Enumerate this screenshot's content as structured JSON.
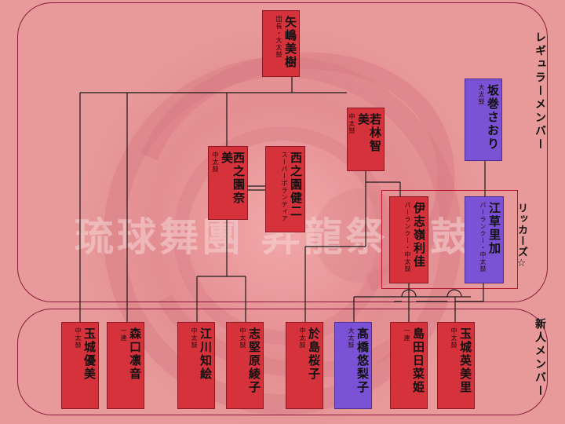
{
  "watermark": "琉球舞團 昇龍祭太鼓",
  "colors": {
    "background": "#e89a9a",
    "member_box": "#d6323c",
    "highlight_box": "#7b52d6",
    "lines": "#222222"
  },
  "sections": {
    "regular": "レギュラーメンバー",
    "new": "新人メンバー",
    "rikkers": "リッカーズ☆"
  },
  "members": {
    "yajima": {
      "name": "矢嶋美樹",
      "role": "団長・大太鼓"
    },
    "wakabayashi": {
      "name": "若林智美",
      "role": "中太鼓"
    },
    "sakamaki": {
      "name": "坂巻さおり",
      "role": "大太鼓"
    },
    "nishinosono_nami": {
      "name": "西之園奈美",
      "role": "中太鼓"
    },
    "nishinosono_kenji": {
      "name": "西之園健二",
      "role": "スーパーボランティア"
    },
    "ishimine": {
      "name": "伊志嶺利佳",
      "role": "パーランクー・中太鼓"
    },
    "ekusa": {
      "name": "江草里加",
      "role": "パーランクー・中太鼓"
    },
    "tamaki_yumi": {
      "name": "玉城優美",
      "role": "中太鼓"
    },
    "mori": {
      "name": "森口凛音",
      "role": "一連"
    },
    "egawa": {
      "name": "江川知絵",
      "role": "中太鼓"
    },
    "shiken": {
      "name": "志堅原綾子",
      "role": "中太鼓"
    },
    "oshima": {
      "name": "於島桜子",
      "role": "中太鼓"
    },
    "takahashi": {
      "name": "髙橋悠梨子",
      "role": "大太鼓"
    },
    "shimada": {
      "name": "島田日菜姫",
      "role": "一連"
    },
    "tamaki_emi": {
      "name": "玉城英美里",
      "role": "中太鼓"
    }
  }
}
